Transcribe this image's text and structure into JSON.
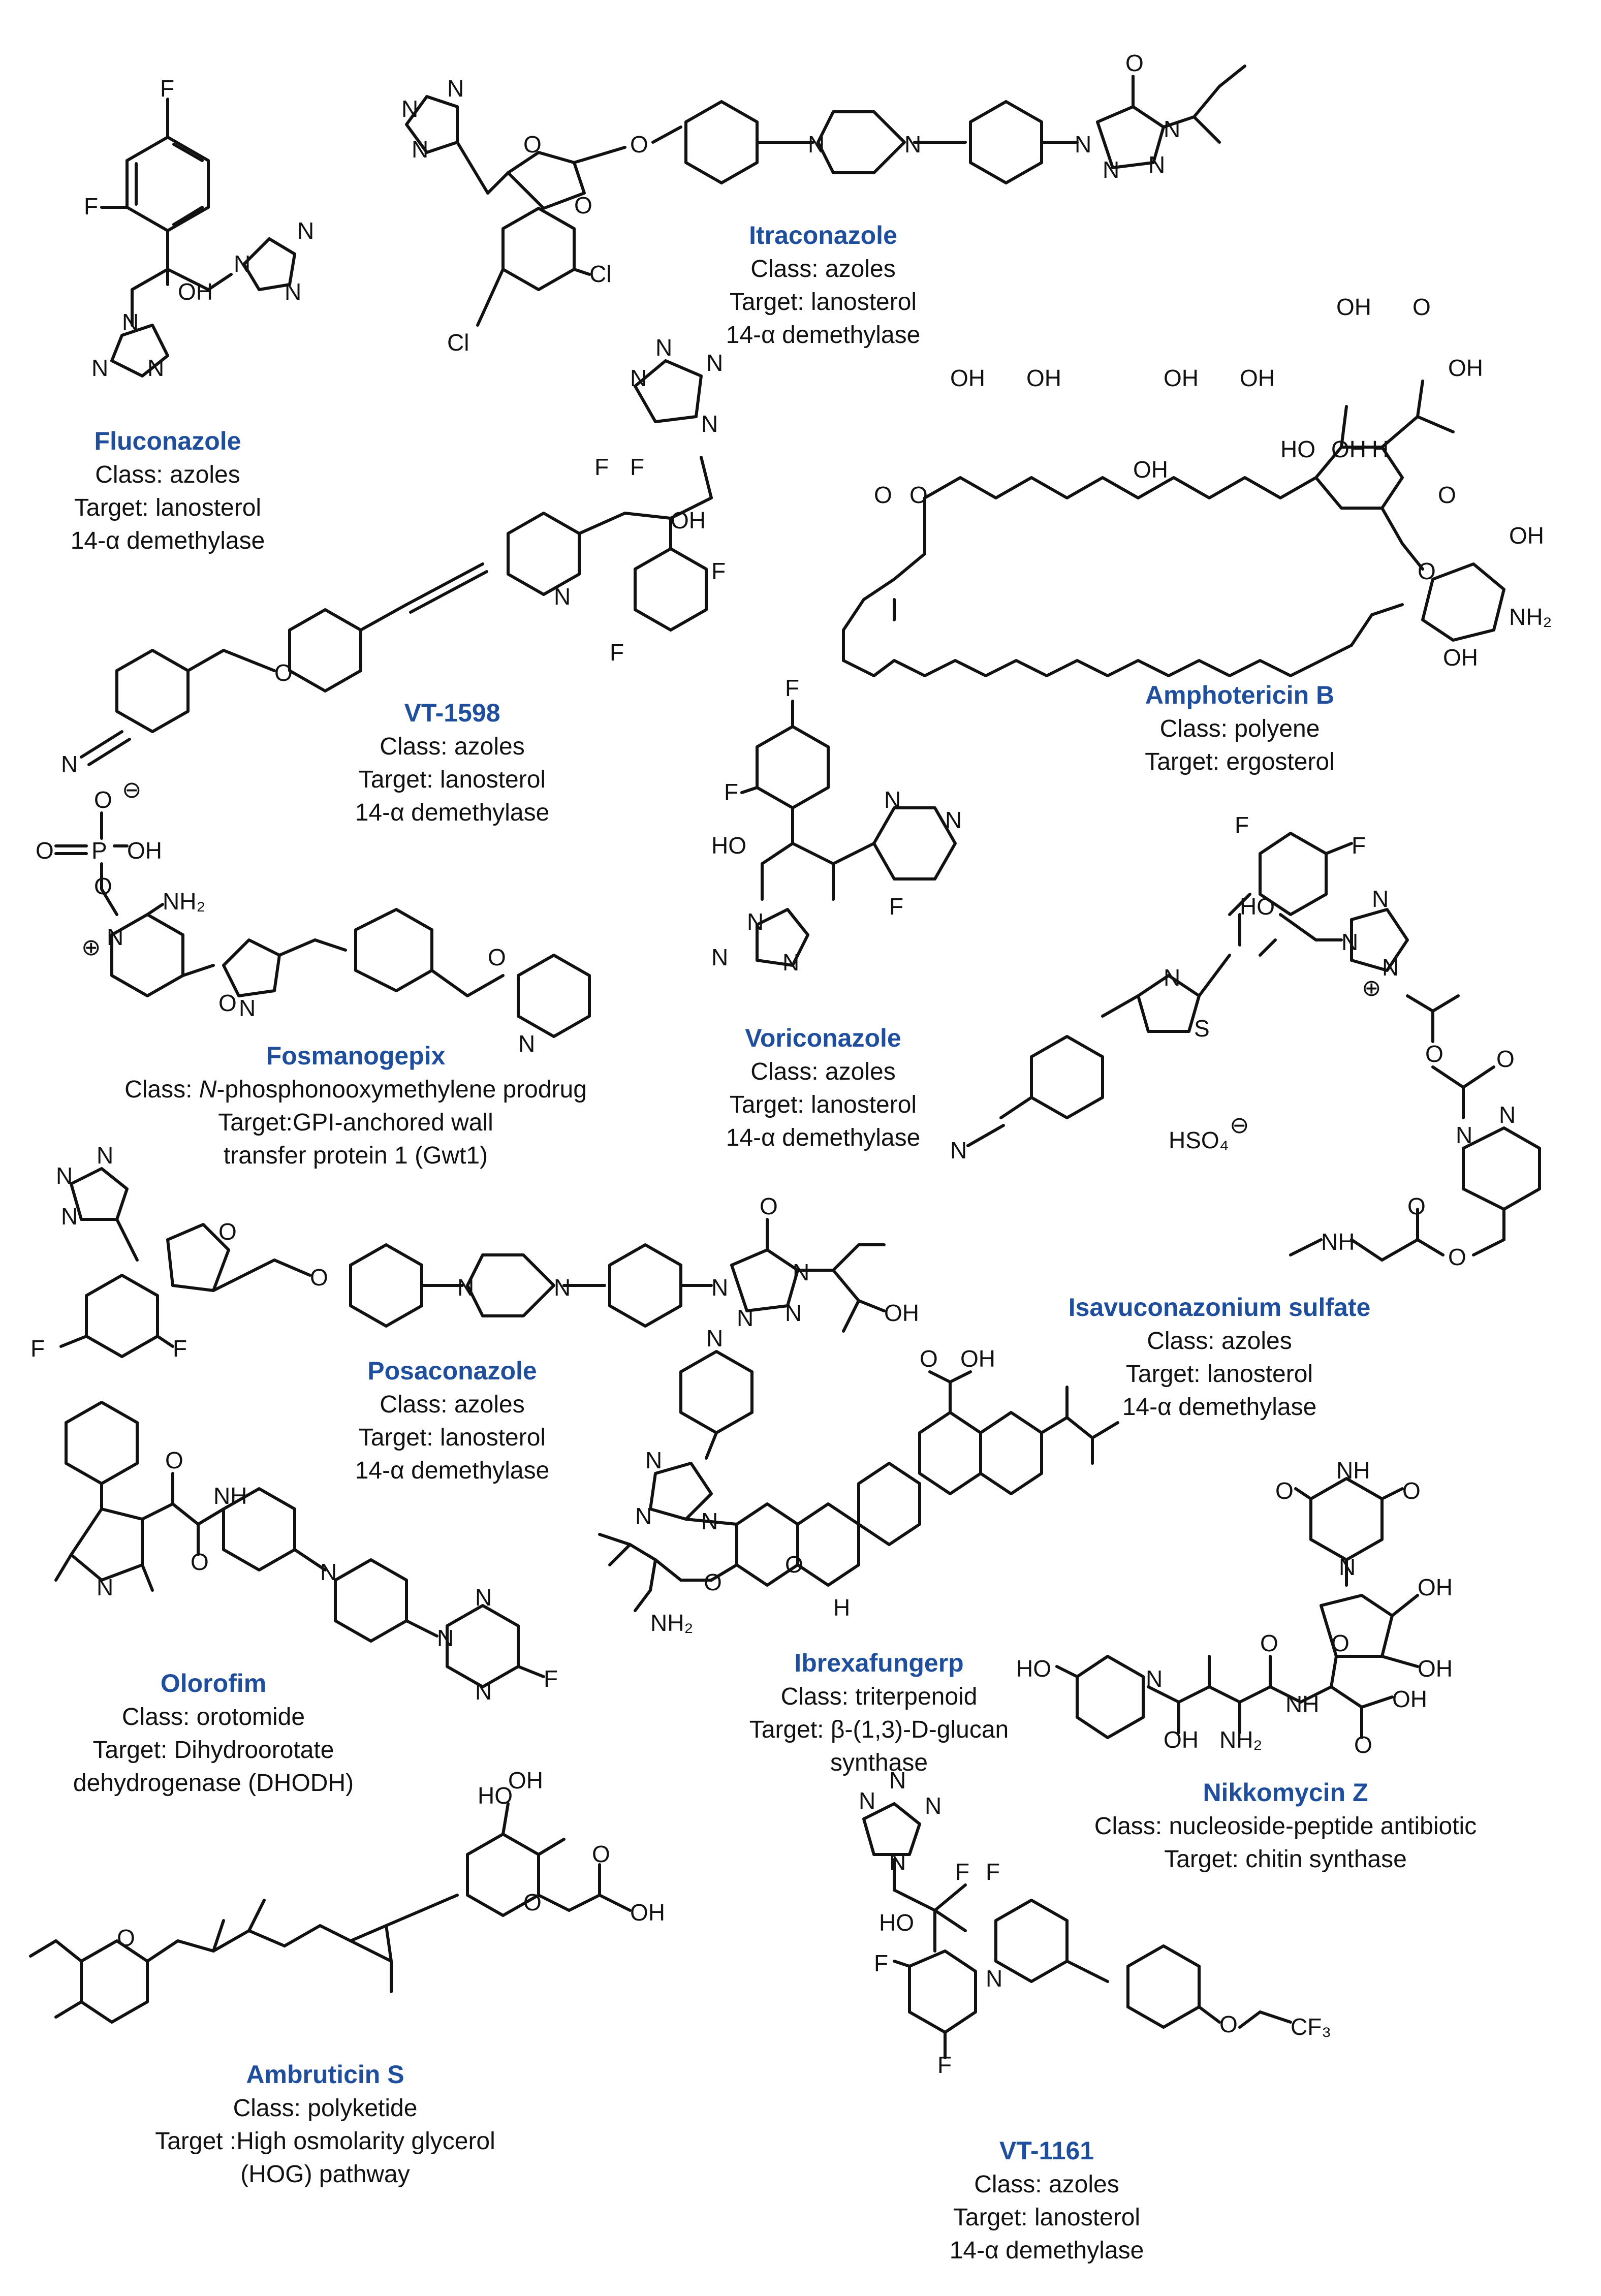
{
  "accent_color": "#1f4e9c",
  "compounds": {
    "fluconazole": {
      "name": "Fluconazole",
      "class": "Class: azoles",
      "target_1": "Target: lanosterol",
      "target_2": "14-α demethylase"
    },
    "itraconazole": {
      "name": "Itraconazole",
      "class": "Class: azoles",
      "target_1": "Target: lanosterol",
      "target_2": "14-α demethylase"
    },
    "amphotericin_b": {
      "name": "Amphotericin B",
      "class": "Class: polyene",
      "target_1": "Target: ergosterol"
    },
    "vt_1598": {
      "name": "VT-1598",
      "class": "Class: azoles",
      "target_1": "Target: lanosterol",
      "target_2": "14-α demethylase"
    },
    "fosmanogepix": {
      "name": "Fosmanogepix",
      "class_prefix": "Class: ",
      "class_italic": "N",
      "class_rest": "-phosphonooxymethylene prodrug",
      "target_1": "Target:GPI-anchored wall",
      "target_2": "transfer protein 1 (Gwt1)"
    },
    "voriconazole": {
      "name": "Voriconazole",
      "class": "Class: azoles",
      "target_1": "Target: lanosterol",
      "target_2": "14-α demethylase"
    },
    "isavuconazonium": {
      "name": "Isavuconazonium sulfate",
      "class": "Class: azoles",
      "target_1": "Target: lanosterol",
      "target_2": "14-α demethylase"
    },
    "posaconazole": {
      "name": "Posaconazole",
      "class": "Class: azoles",
      "target_1": "Target: lanosterol",
      "target_2": "14-α demethylase"
    },
    "olorofim": {
      "name": "Olorofim",
      "class": "Class: orotomide",
      "target_1": "Target: Dihydroorotate",
      "target_2": "dehydrogenase (DHODH)"
    },
    "ibrexafungerp": {
      "name": "Ibrexafungerp",
      "class": "Class: triterpenoid",
      "target_1": "Target: β-(1,3)-D-glucan",
      "target_2": "synthase"
    },
    "nikkomycin_z": {
      "name": "Nikkomycin Z",
      "class": "Class: nucleoside-peptide antibiotic",
      "target_1": "Target: chitin synthase"
    },
    "ambruticin_s": {
      "name": "Ambruticin S",
      "class": "Class: polyketide",
      "target_1": "Target :High osmolarity glycerol",
      "target_2": "(HOG) pathway"
    },
    "vt_1161": {
      "name": "VT-1161",
      "class": "Class: azoles",
      "target_1": "Target: lanosterol",
      "target_2": "14-α demethylase"
    }
  },
  "atom_labels": {
    "F": "F",
    "Cl": "Cl",
    "O": "O",
    "N": "N",
    "S": "S",
    "H": "H",
    "OH": "OH",
    "HO": "HO",
    "NH": "NH",
    "NH2": "NH₂",
    "N_plus": "⊕",
    "minus": "⊖",
    "HSO4": "HSO₄",
    "CF3": "CF₃",
    "P": "P"
  }
}
